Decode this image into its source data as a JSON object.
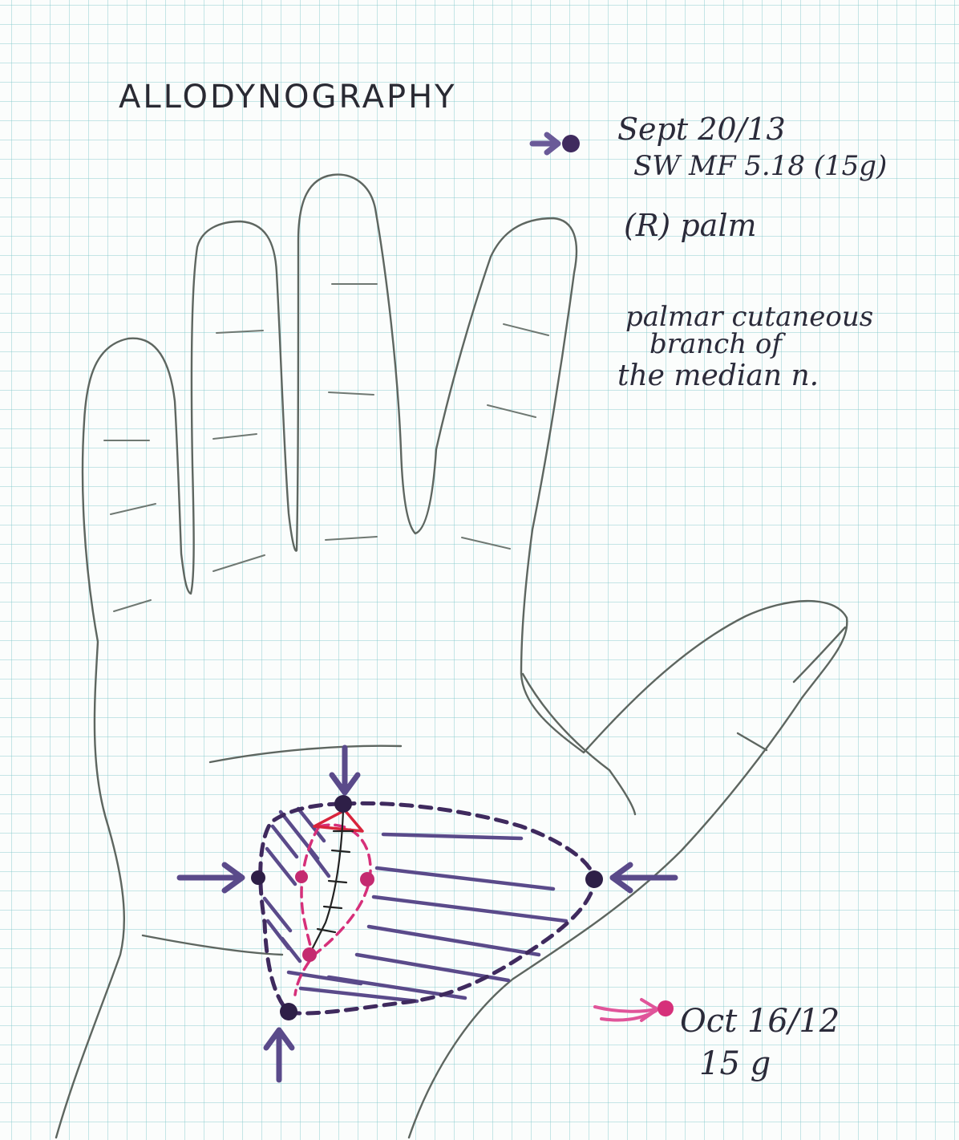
{
  "title": "ALLODYNOGRAPHY",
  "legend": {
    "current": {
      "date": "Sept 20/13",
      "method": "SW MF 5.18 (15g)",
      "color": "#3f2a5e"
    },
    "previous": {
      "date": "Oct 16/12",
      "force": "15 g",
      "color": "#d6307a"
    }
  },
  "side": "(R) palm",
  "note": {
    "line1": "palmar cutaneous",
    "line2": "branch of",
    "line3": "the median n."
  },
  "colors": {
    "paper": "#fbfdfc",
    "grid": "#82c8cd",
    "pencil": "#5e6660",
    "purple": "#5a4a8a",
    "purple_dark": "#2e1f47",
    "pink": "#d6307a",
    "red": "#d8243c"
  },
  "icons": [
    "arrow-icon",
    "dot-icon"
  ]
}
